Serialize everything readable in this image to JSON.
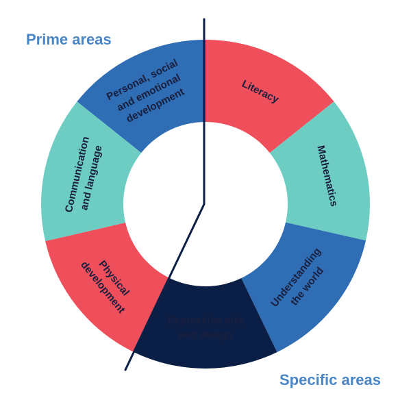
{
  "labels": {
    "prime": "Prime areas",
    "specific": "Specific areas"
  },
  "segments": [
    {
      "id": "personal",
      "lines": [
        "Personal, social",
        "and emotional",
        "development"
      ],
      "color": "#2f6db5",
      "text_color": "#1a1f3d"
    },
    {
      "id": "literacy",
      "lines": [
        "Literacy"
      ],
      "color": "#ee4f5b",
      "text_color": "#1a1f3d"
    },
    {
      "id": "mathematics",
      "lines": [
        "Mathematics"
      ],
      "color": "#6ecdc2",
      "text_color": "#1a1f3d"
    },
    {
      "id": "understanding",
      "lines": [
        "Understanding",
        "the world"
      ],
      "color": "#2f6db5",
      "text_color": "#1a1f3d"
    },
    {
      "id": "expressive",
      "lines": [
        "Expressive arts",
        "and design"
      ],
      "color": "#0b1e45",
      "text_color": "#ffffff"
    },
    {
      "id": "physical",
      "lines": [
        "Physical",
        "development"
      ],
      "color": "#ee4f5b",
      "text_color": "#1a1f3d"
    },
    {
      "id": "communication",
      "lines": [
        "Communication",
        "and language"
      ],
      "color": "#6ecdc2",
      "text_color": "#1a1f3d"
    }
  ],
  "divider_color": "#0b1e45"
}
